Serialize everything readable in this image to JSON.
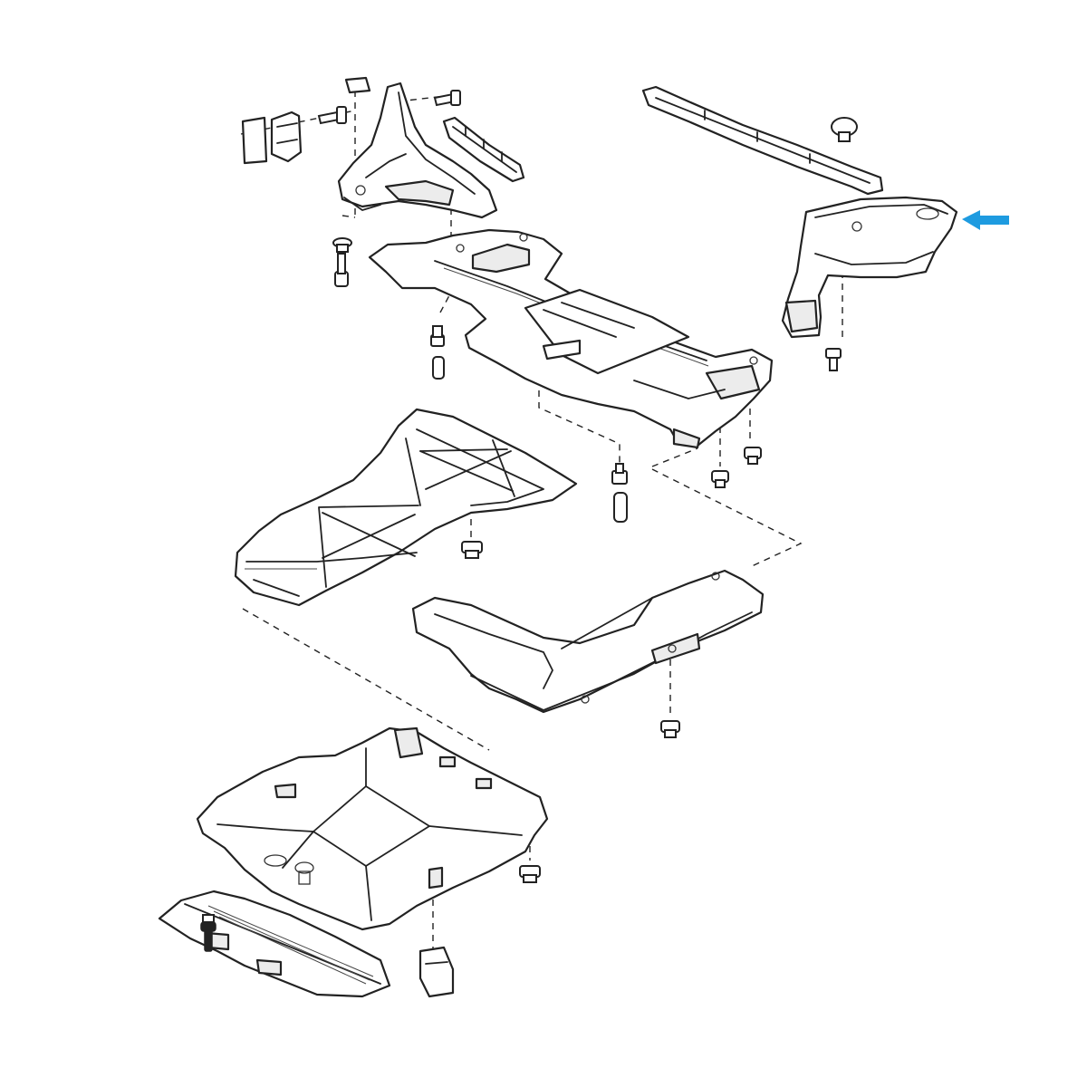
{
  "diagram": {
    "type": "exploded-parts-diagram",
    "highlight": {
      "indicator": "arrow",
      "color": "#1e9be0",
      "points_to": "rear-right-corner-cover"
    },
    "parts": [
      {
        "id": "upper-left-bracket"
      },
      {
        "id": "small-rail"
      },
      {
        "id": "long-rail"
      },
      {
        "id": "rear-right-corner-cover"
      },
      {
        "id": "center-frame"
      },
      {
        "id": "lattice-tray"
      },
      {
        "id": "rear-cover"
      },
      {
        "id": "main-underbody-shield"
      },
      {
        "id": "front-deflector"
      },
      {
        "id": "front-clip"
      }
    ],
    "colors": {
      "line": "#222222",
      "background": "#ffffff",
      "highlight_arrow": "#1e9be0"
    }
  }
}
